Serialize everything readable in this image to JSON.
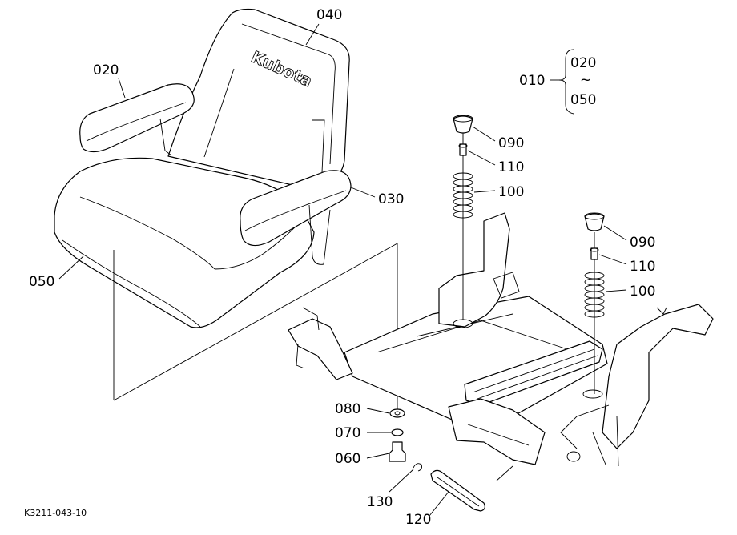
{
  "diagram": {
    "brand_text": "Kubota",
    "drawing_code": "K3211-043-10",
    "group": {
      "label": "010",
      "from": "020",
      "tilde": "~",
      "to": "050"
    },
    "labels": {
      "p020": "020",
      "p030": "030",
      "p040": "040",
      "p050": "050",
      "p060": "060",
      "p070": "070",
      "p080": "080",
      "p090a": "090",
      "p090b": "090",
      "p100a": "100",
      "p100b": "100",
      "p110a": "110",
      "p110b": "110",
      "p120": "120",
      "p130": "130"
    }
  }
}
